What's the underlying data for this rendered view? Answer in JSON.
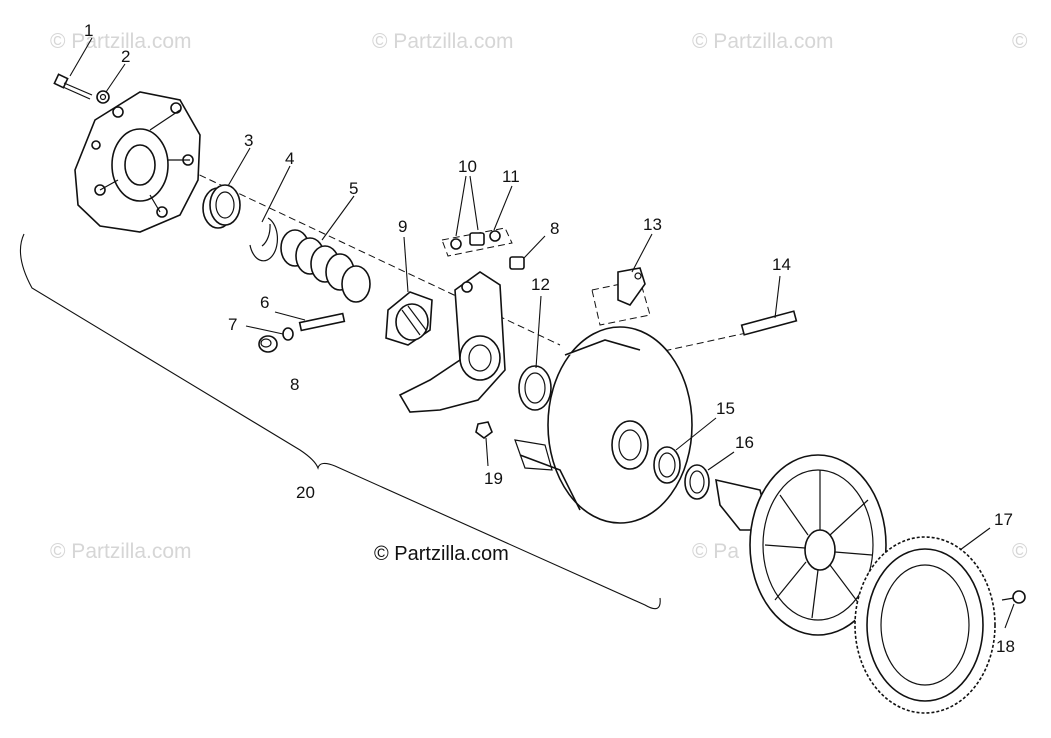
{
  "diagram": {
    "copyright": "© Partzilla.com",
    "watermarks": [
      "© Partzilla.com",
      "© Partzilla.com",
      "© Partzilla.com",
      "©",
      "© Partzilla.com",
      "© Pa",
      "©"
    ],
    "callouts": [
      "1",
      "2",
      "3",
      "4",
      "5",
      "6",
      "7",
      "8",
      "9",
      "10",
      "11",
      "8",
      "12",
      "13",
      "14",
      "15",
      "16",
      "17",
      "18",
      "19",
      "20"
    ]
  }
}
